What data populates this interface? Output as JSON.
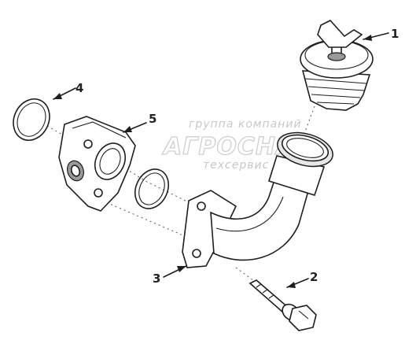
{
  "watermark": {
    "line1": "группа компаний",
    "line2": "АГРОСНАБ",
    "line3": "техсервис"
  },
  "callouts": [
    "1",
    "2",
    "3",
    "4",
    "5"
  ]
}
